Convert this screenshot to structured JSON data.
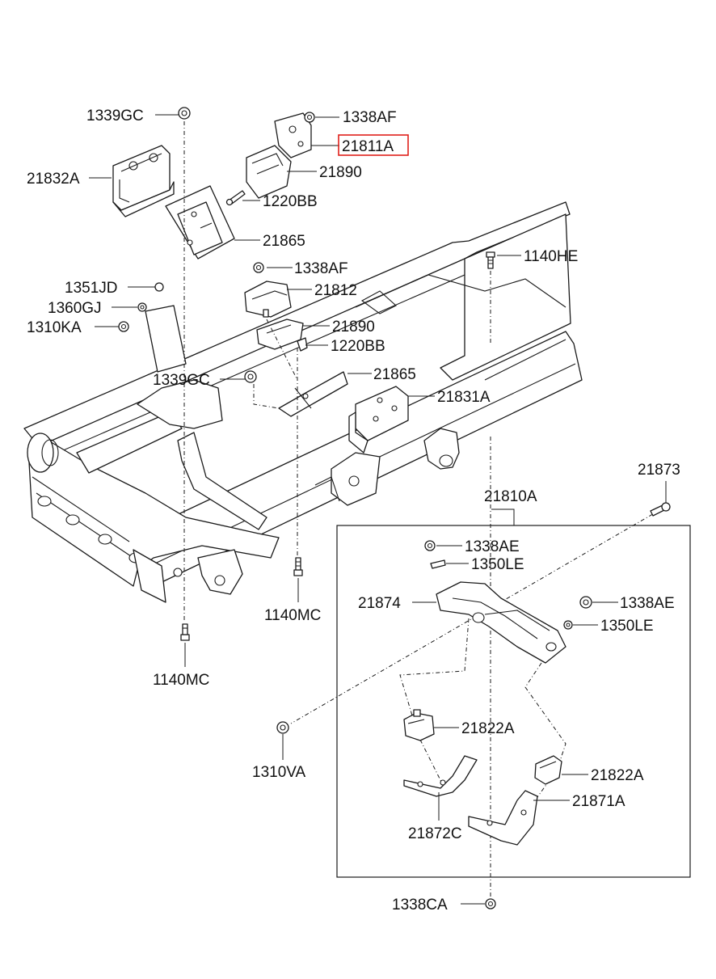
{
  "labels": {
    "p1339GC_top": "1339GC",
    "p1338AF_top": "1338AF",
    "p21811A": "21811A",
    "p21832A": "21832A",
    "p21890_top": "21890",
    "p1220BB_top": "1220BB",
    "p21865_top": "21865",
    "p1351JD": "1351JD",
    "p1338AF_mid": "1338AF",
    "p21812": "21812",
    "p1140HE": "1140HE",
    "p1360GJ": "1360GJ",
    "p1310KA": "1310KA",
    "p21890_mid": "21890",
    "p1220BB_mid": "1220BB",
    "p1339GC_mid": "1339GC",
    "p21865_mid": "21865",
    "p21831A": "21831A",
    "p21873": "21873",
    "p21810A": "21810A",
    "p1338AE_top": "1338AE",
    "p1350LE_top": "1350LE",
    "p21874": "21874",
    "p1338AE_right": "1338AE",
    "p1350LE_right": "1350LE",
    "p1140MC_mid": "1140MC",
    "p1140MC_bottom": "1140MC",
    "p21822A_left": "21822A",
    "p1310VA": "1310VA",
    "p21822A_right": "21822A",
    "p21871A": "21871A",
    "p21872C": "21872C",
    "p1338CA": "1338CA"
  },
  "colors": {
    "highlight": "#e0201b",
    "line": "#1a1a1a",
    "background": "#ffffff"
  }
}
